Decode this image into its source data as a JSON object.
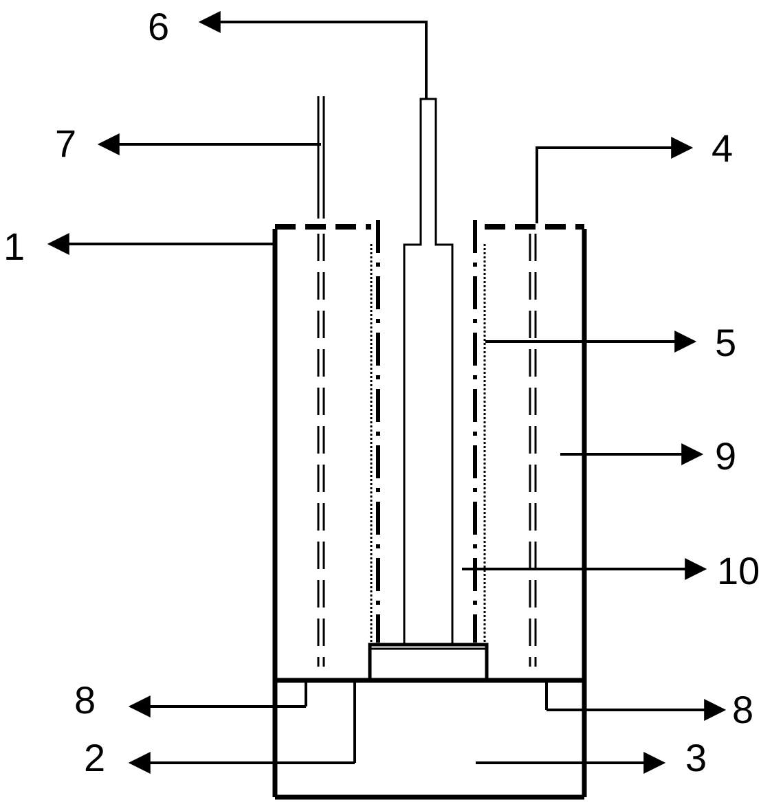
{
  "labels": {
    "l1": "1",
    "l2": "2",
    "l3": "3",
    "l4": "4",
    "l5": "5",
    "l6": "6",
    "l7": "7",
    "l8_left": "8",
    "l8_right": "8",
    "l9": "9",
    "l10": "10"
  }
}
